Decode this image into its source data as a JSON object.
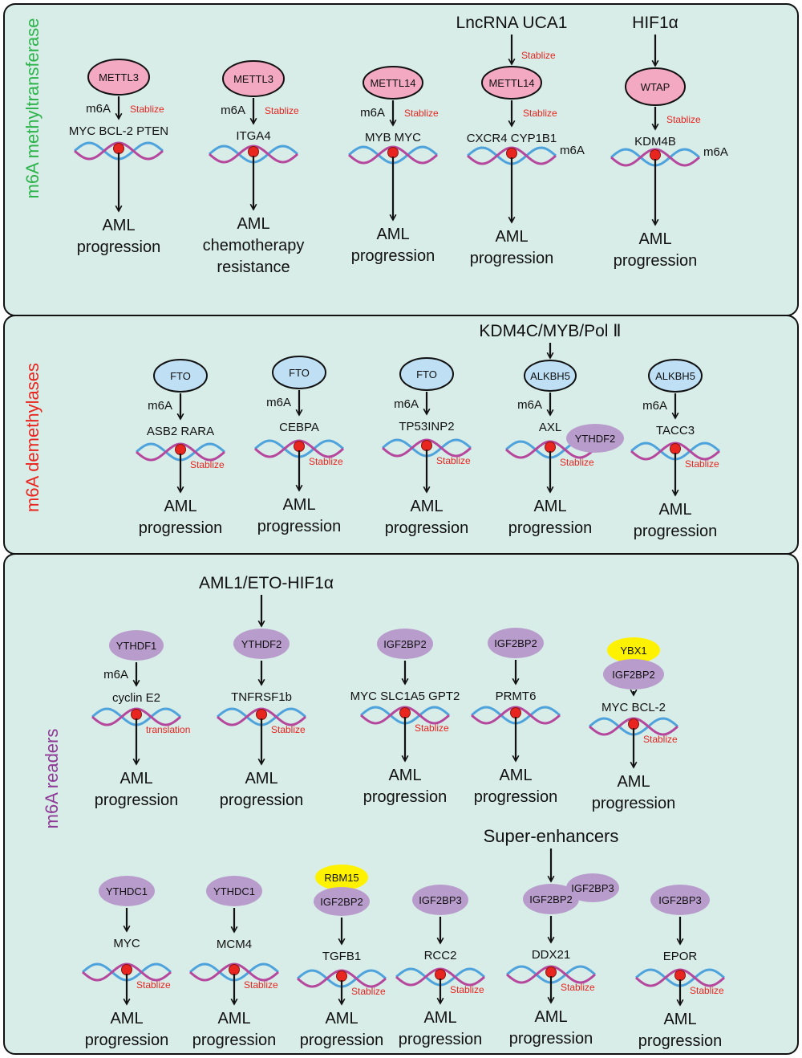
{
  "colors": {
    "panel_bg": "#d8ece8",
    "panel_border": "#111111",
    "pink": "#f3a9c2",
    "light_blue": "#bfe0f4",
    "purple": "#b89ccc",
    "yellow": "#fff200",
    "rna_blue": "#4fa3dc",
    "rna_purple": "#b5489c",
    "dot": "#e8261f",
    "red_text": "#e8261f",
    "green_title": "#2db34a",
    "red_title": "#e8261f",
    "purple_title": "#8e3a96"
  },
  "sections": [
    {
      "title": "m6A methyltransferase",
      "title_color": "green",
      "items": [
        {
          "enzyme": "METTL3",
          "enzyme_color": "pink",
          "m6a": "m6A",
          "stablize": "Stablize",
          "targets": "MYC BCL-2 PTEN",
          "outcome": [
            "AML",
            "progression"
          ]
        },
        {
          "enzyme": "METTL3",
          "enzyme_color": "pink",
          "m6a": "m6A",
          "stablize": "Stablize",
          "targets": "ITGA4",
          "outcome": [
            "AML",
            "chemotherapy",
            "resistance"
          ]
        },
        {
          "enzyme": "METTL14",
          "enzyme_color": "pink",
          "m6a": "m6A",
          "stablize": "Stablize",
          "targets": "MYB MYC",
          "outcome": [
            "AML",
            "progression"
          ]
        },
        {
          "upstream": "LncRNA UCA1",
          "upstream_label": "Stablize",
          "enzyme": "METTL14",
          "enzyme_color": "pink",
          "stablize": "Stablize",
          "targets": "CXCR4 CYP1B1",
          "m6a_right": "m6A",
          "outcome": [
            "AML",
            "progression"
          ]
        },
        {
          "upstream": "HIF1α",
          "enzyme": "WTAP",
          "enzyme_color": "pink",
          "stablize": "Stablize",
          "targets": "KDM4B",
          "m6a_right": "m6A",
          "outcome": [
            "AML",
            "progression"
          ]
        }
      ]
    },
    {
      "title": "m6A demethylases",
      "title_color": "red",
      "items": [
        {
          "enzyme": "FTO",
          "enzyme_color": "light_blue",
          "m6a": "m6A",
          "targets": "ASB2 RARA",
          "stablize": "Stablize",
          "outcome": [
            "AML",
            "progression"
          ]
        },
        {
          "enzyme": "FTO",
          "enzyme_color": "light_blue",
          "m6a": "m6A",
          "targets": "CEBPA",
          "stablize": "Stablize",
          "outcome": [
            "AML",
            "progression"
          ]
        },
        {
          "enzyme": "FTO",
          "enzyme_color": "light_blue",
          "m6a": "m6A",
          "targets": "TP53INP2",
          "stablize": "Stablize",
          "outcome": [
            "AML",
            "progression"
          ]
        },
        {
          "upstream": "KDM4C/MYB/Pol Ⅱ",
          "enzyme": "ALKBH5",
          "enzyme_color": "light_blue",
          "m6a": "m6A",
          "targets": "AXL",
          "reader": "YTHDF2",
          "stablize": "Stablize",
          "outcome": [
            "AML",
            "progression"
          ]
        },
        {
          "enzyme": "ALKBH5",
          "enzyme_color": "light_blue",
          "m6a": "m6A",
          "targets": "TACC3",
          "stablize": "Stablize",
          "outcome": [
            "AML",
            "progression"
          ]
        }
      ]
    },
    {
      "title": "m6A readers",
      "title_color": "purple",
      "items": [
        {
          "enzyme": "YTHDF1",
          "m6a": "m6A",
          "targets": "cyclin E2",
          "stablize": "translation",
          "outcome": [
            "AML",
            "progression"
          ]
        },
        {
          "upstream": "AML1/ETO-HIF1α",
          "enzyme": "YTHDF2",
          "targets": "TNFRSF1b",
          "stablize": "Stablize",
          "outcome": [
            "AML",
            "progression"
          ]
        },
        {
          "enzyme": "IGF2BP2",
          "targets": "MYC SLC1A5 GPT2",
          "stablize": "Stablize",
          "outcome": [
            "AML",
            "progression"
          ]
        },
        {
          "enzyme": "IGF2BP2",
          "targets": "PRMT6",
          "outcome": [
            "AML",
            "progression"
          ]
        },
        {
          "partner": "YBX1",
          "enzyme": "IGF2BP2",
          "targets": "MYC BCL-2",
          "stablize": "Stablize",
          "outcome": [
            "AML",
            "progression"
          ]
        },
        {
          "enzyme": "YTHDC1",
          "targets": "MYC",
          "stablize": "Stablize",
          "outcome": [
            "AML",
            "progression"
          ]
        },
        {
          "enzyme": "YTHDC1",
          "targets": "MCM4",
          "stablize": "Stablize",
          "outcome": [
            "AML",
            "progression"
          ]
        },
        {
          "partner": "RBM15",
          "enzyme": "IGF2BP2",
          "targets": "TGFB1",
          "stablize": "Stablize",
          "outcome": [
            "AML",
            "progression"
          ]
        },
        {
          "enzyme": "IGF2BP3",
          "targets": "RCC2",
          "stablize": "Stablize",
          "outcome": [
            "AML",
            "progression"
          ]
        },
        {
          "upstream": "Super-enhancers",
          "enzyme": "IGF2BP2",
          "partner2": "IGF2BP3",
          "targets": "DDX21",
          "stablize": "Stablize",
          "outcome": [
            "AML",
            "progression"
          ]
        },
        {
          "enzyme": "IGF2BP3",
          "targets": "EPOR",
          "stablize": "Stablize",
          "outcome": [
            "AML",
            "progression"
          ]
        }
      ]
    }
  ]
}
